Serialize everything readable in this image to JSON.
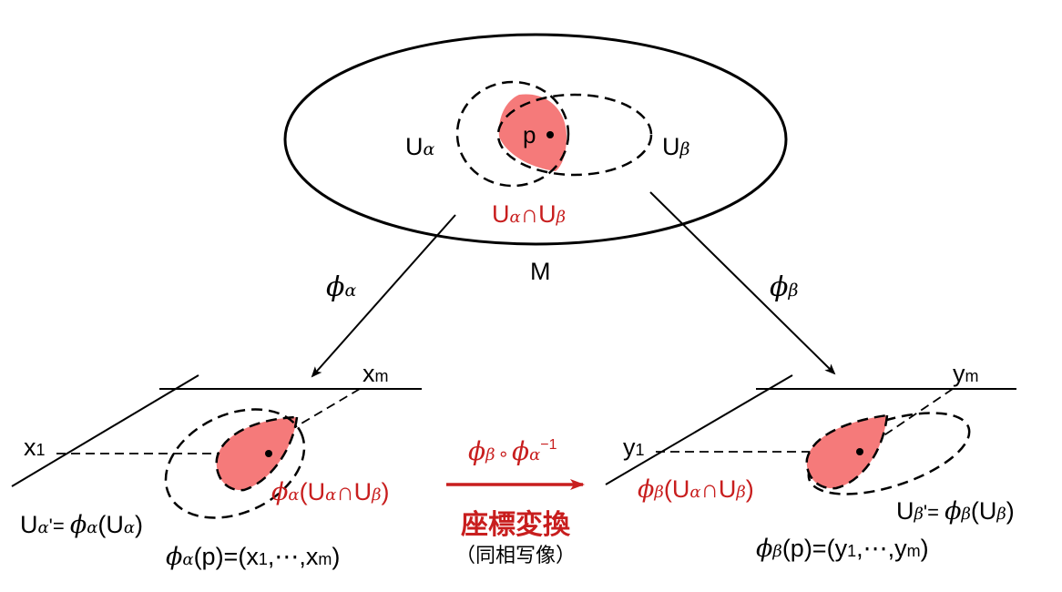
{
  "colors": {
    "ink": "#000000",
    "accent_red": "#c81e1e",
    "region_fill": "#f57a7a"
  },
  "top": {
    "manifold_label": "M",
    "chart_a_label": "U",
    "chart_a_sub": "α",
    "chart_b_label": "U",
    "chart_b_sub": "β",
    "point_label": "p",
    "intersection": {
      "u1": "U",
      "s1": "α",
      "cap": "∩",
      "u2": "U",
      "s2": "β"
    }
  },
  "maps": {
    "phi_a": {
      "phi": "ϕ",
      "sub": "α"
    },
    "phi_b": {
      "phi": "ϕ",
      "sub": "β"
    }
  },
  "left": {
    "axis_x1": "x",
    "axis_x1_sub": "1",
    "axis_xm": "x",
    "axis_xm_sub": "m",
    "image_label": {
      "phi": "ϕ",
      "s": "α",
      "open": "(",
      "u1": "U",
      "s1": "α",
      "cap": "∩",
      "u2": "U",
      "s2": "β",
      "close": ")"
    },
    "domain_label": {
      "u": "U",
      "s": "α",
      "prime_eq": "'= ",
      "phi": "ϕ",
      "ps": "α",
      "open": "(",
      "u2": "U",
      "s2": "α",
      "close": ")"
    },
    "coords": {
      "phi": "ϕ",
      "s": "α",
      "rest1": "(p)=(x",
      "sub1": "1",
      "rest2": ",⋯,x",
      "subm": "m",
      "close": ")"
    }
  },
  "right": {
    "axis_y1": "y",
    "axis_y1_sub": "1",
    "axis_ym": "y",
    "axis_ym_sub": "m",
    "image_label": {
      "phi": "ϕ",
      "s": "β",
      "open": "(",
      "u1": "U",
      "s1": "α",
      "cap": "∩",
      "u2": "U",
      "s2": "β",
      "close": ")"
    },
    "domain_label": {
      "u": "U",
      "s": "β",
      "prime_eq": "'= ",
      "phi": "ϕ",
      "ps": "β",
      "open": "(",
      "u2": "U",
      "s2": "β",
      "close": ")"
    },
    "coords": {
      "phi": "ϕ",
      "s": "β",
      "rest1": "(p)=(y",
      "sub1": "1",
      "rest2": ",⋯,y",
      "subm": "m",
      "close": ")"
    }
  },
  "transition": {
    "phi1": "ϕ",
    "s1": "β",
    "compose": "∘",
    "phi2": "ϕ",
    "s2": "α",
    "inv": "−1",
    "title": "座標変換",
    "subtitle": "（同相写像）"
  }
}
